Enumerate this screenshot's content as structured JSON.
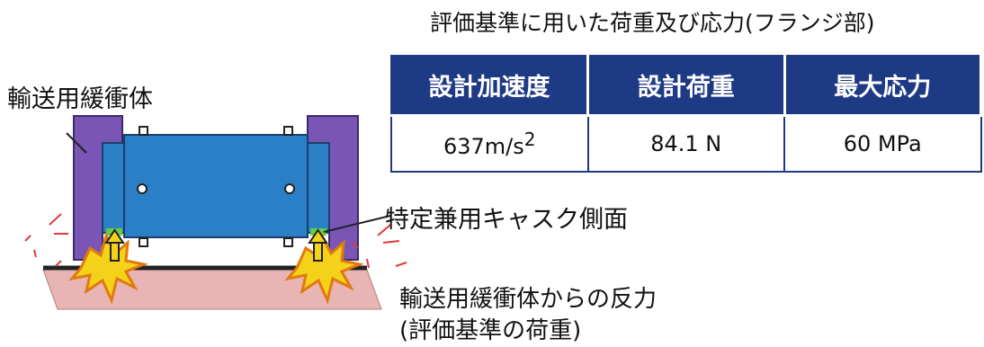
{
  "title": "評価基準に用いた荷重及び応力(フランジ部)",
  "table": {
    "headers": [
      "設計加速度",
      "設計荷重",
      "最大応力"
    ],
    "row": {
      "acceleration": "637m/s",
      "acceleration_sup": "2",
      "load": "84.1 N",
      "stress": "60 MPa"
    }
  },
  "labels": {
    "buffer": "輸送用緩衝体",
    "cask_side": "特定兼用キャスク側面",
    "reaction_line1": "輸送用緩衝体からの反力",
    "reaction_line2": "(評価基準の荷重)"
  },
  "colors": {
    "table_header": "#1f3a85",
    "buffer": "#7a55b5",
    "cask": "#2a7fc6",
    "pad": "#66cc44",
    "ground": "#e8b4b4",
    "impact": "#f5d21a"
  }
}
